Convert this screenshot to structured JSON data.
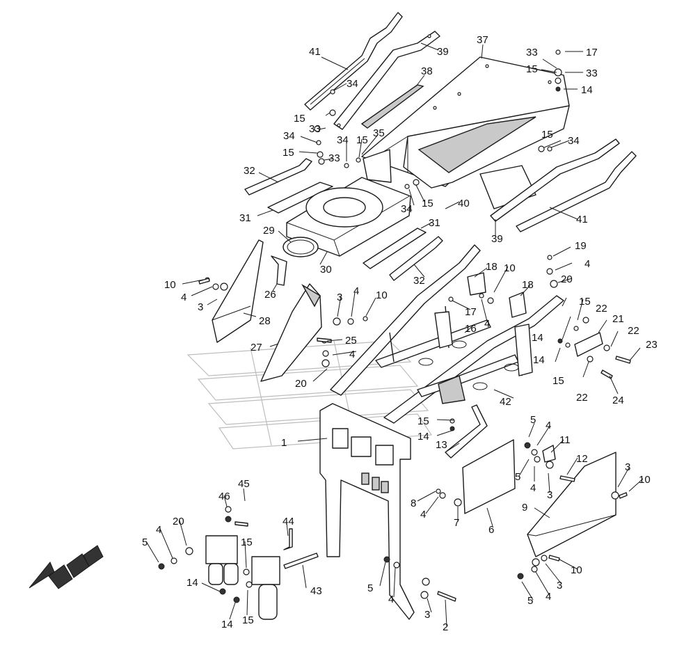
{
  "callouts": {
    "c1": "41",
    "c2": "39",
    "c3": "37",
    "c4": "33",
    "c5": "17",
    "c6": "15",
    "c7": "33",
    "c8": "14",
    "c9": "34",
    "c10": "38",
    "c11": "15",
    "c12": "33",
    "c13": "15",
    "c14": "34",
    "c15": "35",
    "c16": "34",
    "c17": "15",
    "c18": "33",
    "c19": "32",
    "c20": "15",
    "c21": "34",
    "c22": "41",
    "c23": "31",
    "c24": "34",
    "c25": "15",
    "c26": "40",
    "c27": "31",
    "c28": "39",
    "c29": "29",
    "c30": "30",
    "c31": "32",
    "c32": "18",
    "c33": "10",
    "c34": "19",
    "c35": "4",
    "c36": "10",
    "c37": "4",
    "c38": "26",
    "c39": "3",
    "c40": "28",
    "c41": "3",
    "c42": "4",
    "c43": "10",
    "c44": "17",
    "c45": "16",
    "c46": "4",
    "c47": "18",
    "c48": "20",
    "c49": "15",
    "c50": "22",
    "c51": "21",
    "c52": "22",
    "c53": "25",
    "c54": "27",
    "c55": "4",
    "c56": "20",
    "c57": "14",
    "c58": "14",
    "c59": "15",
    "c60": "23",
    "c61": "22",
    "c62": "24",
    "c63": "42",
    "c64": "15",
    "c65": "14",
    "c66": "1",
    "c67": "13",
    "c68": "5",
    "c69": "4",
    "c70": "11",
    "c71": "12",
    "c72": "5",
    "c73": "4",
    "c74": "3",
    "c75": "3",
    "c76": "10",
    "c77": "8",
    "c78": "4",
    "c79": "7",
    "c80": "6",
    "c81": "9",
    "c82": "46",
    "c83": "45",
    "c84": "44",
    "c85": "20",
    "c86": "4",
    "c87": "5",
    "c88": "15",
    "c89": "14",
    "c90": "14",
    "c91": "15",
    "c92": "43",
    "c93": "5",
    "c94": "4",
    "c95": "3",
    "c96": "2",
    "c97": "10",
    "c98": "3",
    "c99": "5",
    "c100": "4"
  },
  "front_arrow": "direction-arrow-icon"
}
